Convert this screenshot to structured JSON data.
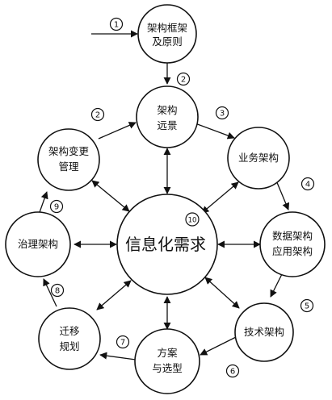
{
  "nodes": {
    "framework": {
      "line1": "架构框架",
      "line2": "及原则"
    },
    "vision": {
      "line1": "架构",
      "line2": "远景"
    },
    "business": {
      "line1": "业务架构"
    },
    "change": {
      "line1": "架构变更",
      "line2": "管理"
    },
    "center": {
      "line1": "信息化需求"
    },
    "governance": {
      "line1": "治理架构"
    },
    "data_app": {
      "line1": "数据架构",
      "line2": "应用架构"
    },
    "migration": {
      "line1": "迁移",
      "line2": "规划"
    },
    "technology": {
      "line1": "技术架构"
    },
    "solution": {
      "line1": "方案",
      "line2": "与选型"
    }
  },
  "step_labels": {
    "s1": "1",
    "s2a": "2",
    "s2b": "2",
    "s3": "3",
    "s4": "4",
    "s5": "5",
    "s6": "6",
    "s7": "7",
    "s8": "8",
    "s9": "9",
    "s10": "10"
  }
}
